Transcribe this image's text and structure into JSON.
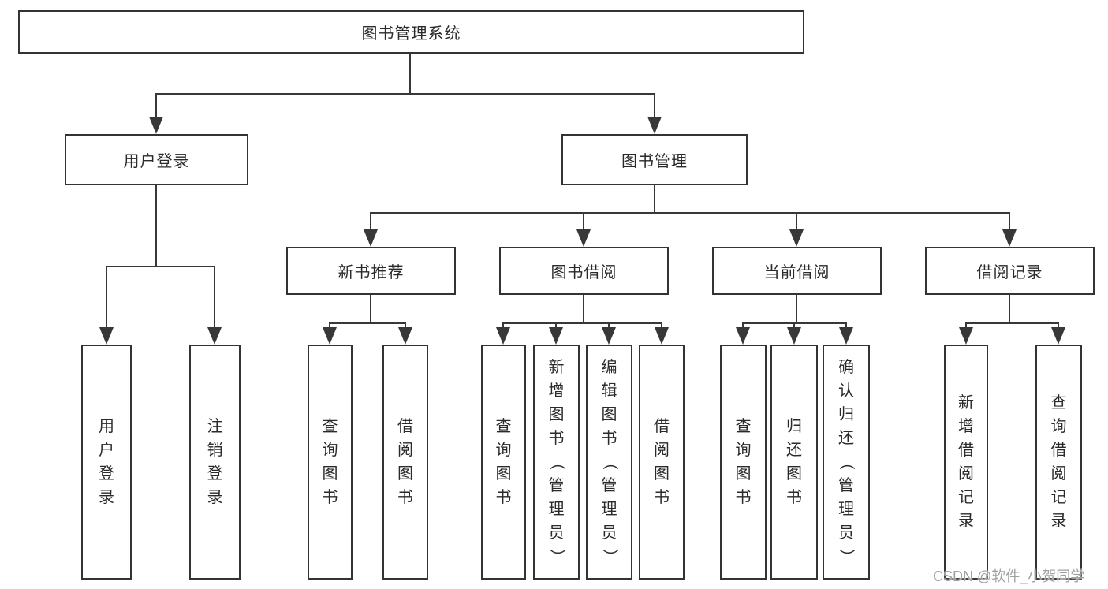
{
  "colors": {
    "line": "#383838",
    "box_border": "#333333",
    "text": "#2a2a2a",
    "background": "#ffffff",
    "watermark": "#a0a0a0"
  },
  "tree": {
    "label": "图书管理系统",
    "children": [
      {
        "label": "用户登录",
        "children": [
          {
            "label": "用户登录"
          },
          {
            "label": "注销登录"
          }
        ]
      },
      {
        "label": "图书管理",
        "children": [
          {
            "label": "新书推荐",
            "children": [
              {
                "label": "查询图书"
              },
              {
                "label": "借阅图书"
              }
            ]
          },
          {
            "label": "图书借阅",
            "children": [
              {
                "label": "查询图书"
              },
              {
                "label": "新增图书（管理员）"
              },
              {
                "label": "编辑图书（管理员）"
              },
              {
                "label": "借阅图书"
              }
            ]
          },
          {
            "label": "当前借阅",
            "children": [
              {
                "label": "查询图书"
              },
              {
                "label": "归还图书"
              },
              {
                "label": "确认归还（管理员）"
              }
            ]
          },
          {
            "label": "借阅记录",
            "children": [
              {
                "label": "新增借阅记录"
              },
              {
                "label": "查询借阅记录"
              }
            ]
          }
        ]
      }
    ]
  },
  "watermark": {
    "text": "CSDN @软件_小贺同学"
  }
}
